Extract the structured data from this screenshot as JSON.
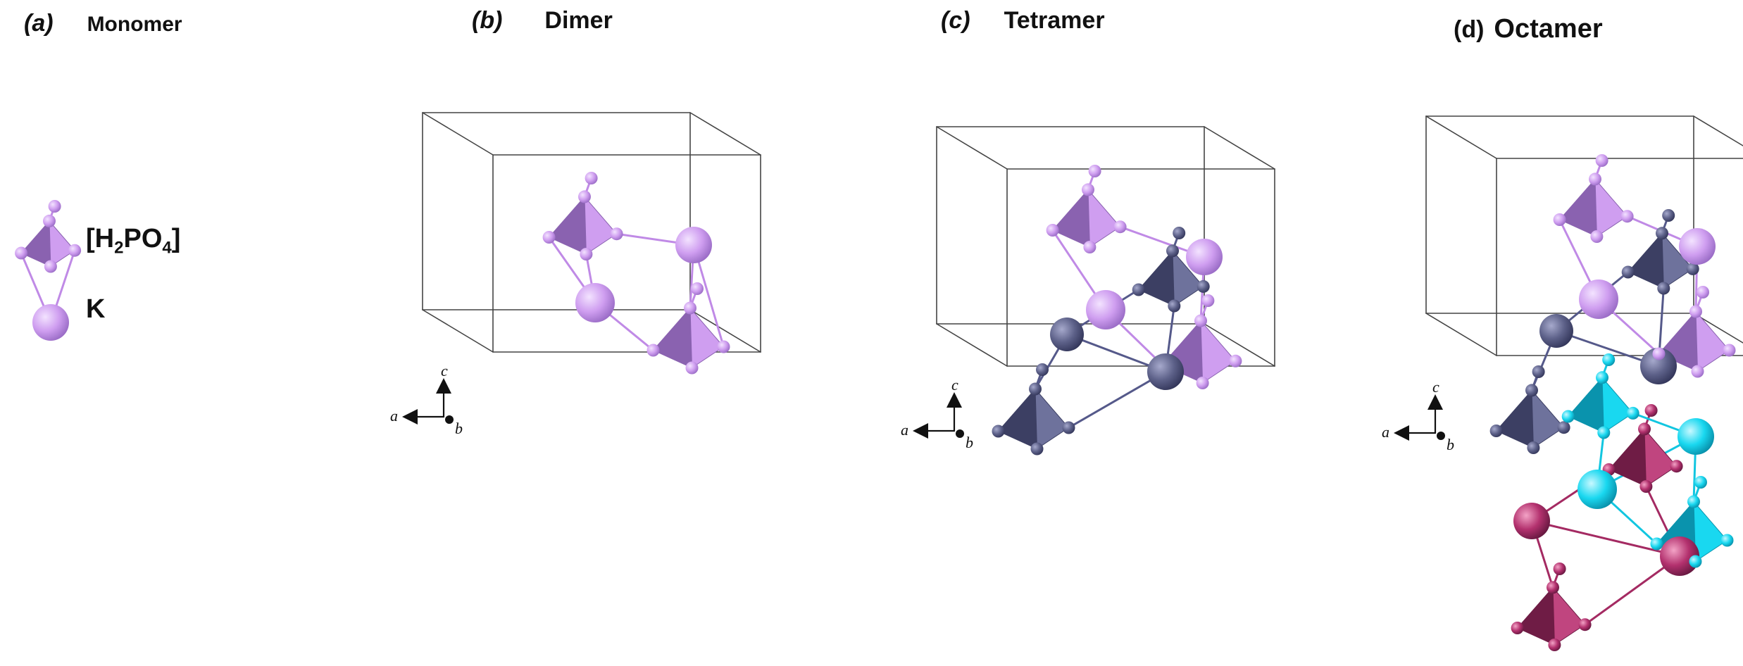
{
  "panels": [
    {
      "letter": "(a)",
      "title": "Monomer"
    },
    {
      "letter": "(b)",
      "title": "Dimer"
    },
    {
      "letter": "(c)",
      "title": "Tetramer"
    },
    {
      "letter": "(d)",
      "title": "Octamer"
    }
  ],
  "legend": {
    "h2po4_prefix": "[H",
    "h2po4_sub1": "2",
    "h2po4_mid": "PO",
    "h2po4_sub2": "4",
    "h2po4_suffix": "]",
    "k_label": "K"
  },
  "axes": {
    "a": "a",
    "b": "b",
    "c": "c"
  },
  "colors": {
    "violet": "#cf9ef0",
    "violet_dark": "#8a62b0",
    "slate": "#5d6189",
    "slate_dark": "#3c3f63",
    "cyan": "#19d8f0",
    "cyan_dark": "#0a93ad",
    "crimson": "#b3316e",
    "crimson_dark": "#6f1c45",
    "cell_line": "#333333"
  }
}
